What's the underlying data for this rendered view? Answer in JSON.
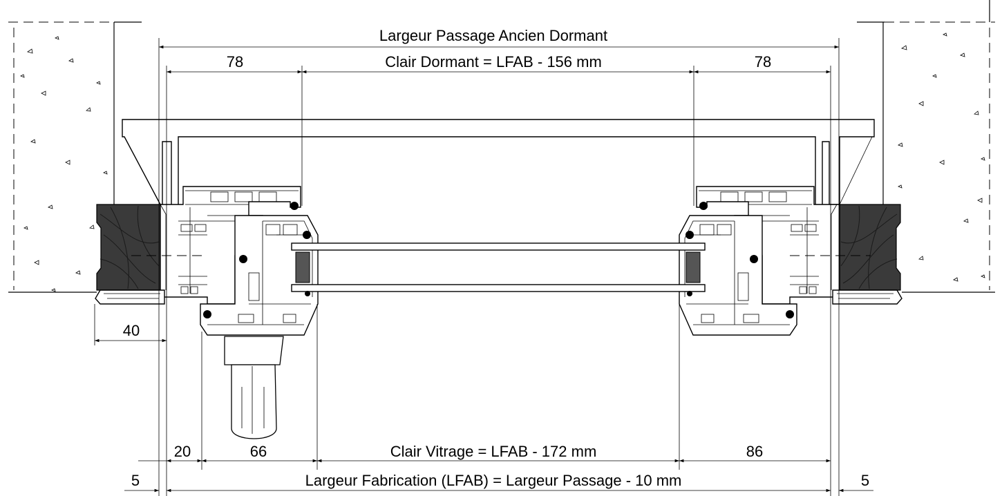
{
  "dimensions": {
    "passage_ancien_dormant": "Largeur Passage Ancien Dormant",
    "left_78": "78",
    "clair_dormant": "Clair Dormant = LFAB - 156 mm",
    "right_78": "78",
    "left_40": "40",
    "left_20": "20",
    "left_66": "66",
    "clair_vitrage": "Clair Vitrage = LFAB - 172 mm",
    "right_86": "86",
    "left_5": "5",
    "largeur_fabrication": "Largeur Fabrication (LFAB) = Largeur Passage - 10 mm",
    "right_5": "5"
  }
}
